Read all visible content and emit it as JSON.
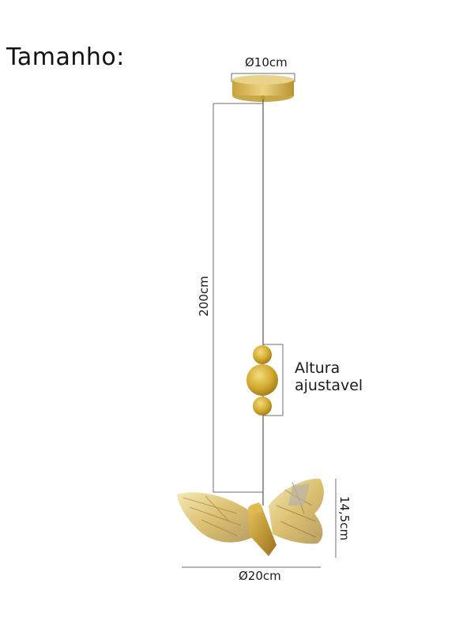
{
  "header": {
    "title": "Tamanho:"
  },
  "dimensions": {
    "canopy_diameter": "Ø10cm",
    "cable_length": "200cm",
    "adjustable_height": [
      "Altura",
      "ajustavel"
    ],
    "butterfly_height": "14,5cm",
    "butterfly_width": "Ø20cm"
  },
  "colors": {
    "gold": "#d4b24a",
    "gold_dark": "#a88a2a",
    "line": "#6e6e6e",
    "background": "#ffffff"
  }
}
